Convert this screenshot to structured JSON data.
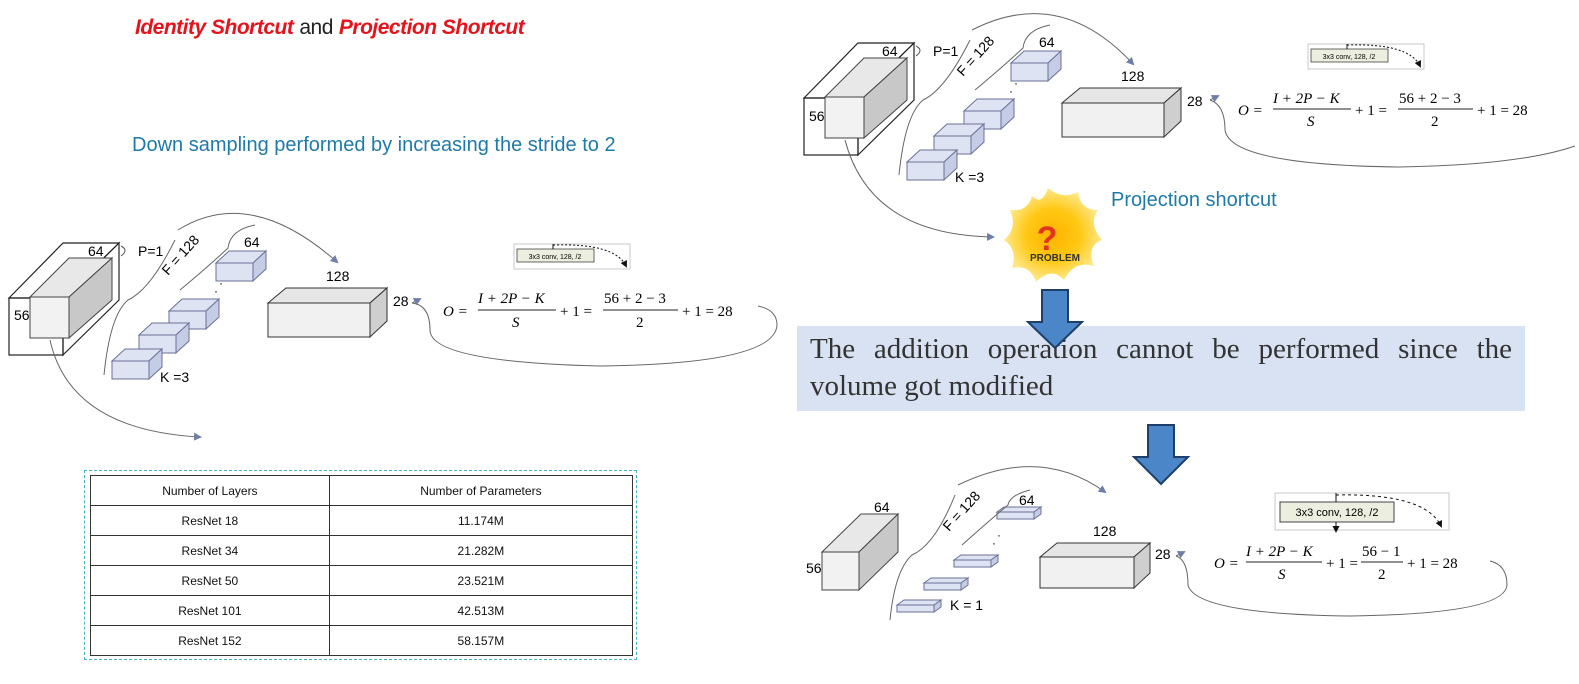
{
  "title": {
    "identity": "Identity Shortcut",
    "and": "and",
    "projection": "Projection Shortcut"
  },
  "subtitle": "Down sampling performed by increasing the stride to 2",
  "projection_label": "Projection shortcut",
  "problem_badge": "PROBLEM",
  "problem_text": "The addition operation cannot be performed since the volume got modified",
  "conv_label": "3x3 conv, 128, /2",
  "diagram_left": {
    "depth": "64",
    "size": "56",
    "padding": "P=1",
    "filters": "F = 128",
    "filter_depth": "64",
    "kernel": "K =3",
    "out_depth": "128",
    "out_size": "28",
    "formula": {
      "o": "O =",
      "num1": "I + 2P − K",
      "den1": "S",
      "plus1": "+ 1 =",
      "num2": "56 + 2 − 3",
      "den2": "2",
      "result": "+ 1 = 28"
    }
  },
  "diagram_right_top": {
    "depth": "64",
    "size": "56",
    "padding": "P=1",
    "filters": "F = 128",
    "filter_depth": "64",
    "kernel": "K =3",
    "out_depth": "128",
    "out_size": "28",
    "formula": {
      "o": "O =",
      "num1": "I + 2P − K",
      "den1": "S",
      "plus1": "+ 1 =",
      "num2": "56 + 2 − 3",
      "den2": "2",
      "result": "+ 1 = 28"
    }
  },
  "diagram_right_bottom": {
    "depth": "64",
    "size": "56",
    "filters": "F = 128",
    "filter_depth": "64",
    "kernel": "K = 1",
    "out_depth": "128",
    "out_size": "28",
    "formula": {
      "o": "O =",
      "num1": "I + 2P − K",
      "den1": "S",
      "plus1": "+ 1 =",
      "num2": "56 − 1",
      "den2": "2",
      "result": "+ 1 = 28"
    }
  },
  "table": {
    "headers": [
      "Number of Layers",
      "Number of Parameters"
    ],
    "rows": [
      [
        "ResNet 18",
        "11.174M"
      ],
      [
        "ResNet 34",
        "21.282M"
      ],
      [
        "ResNet 50",
        "23.521M"
      ],
      [
        "ResNet 101",
        "42.513M"
      ],
      [
        "ResNet 152",
        "58.157M"
      ]
    ]
  },
  "colors": {
    "title_red": "#e3141c",
    "blue_text": "#1f7aa8",
    "arrow_blue": "#4a86c8",
    "problem_box": "#d8e2f2",
    "cube_fill": "#dde3f3"
  }
}
